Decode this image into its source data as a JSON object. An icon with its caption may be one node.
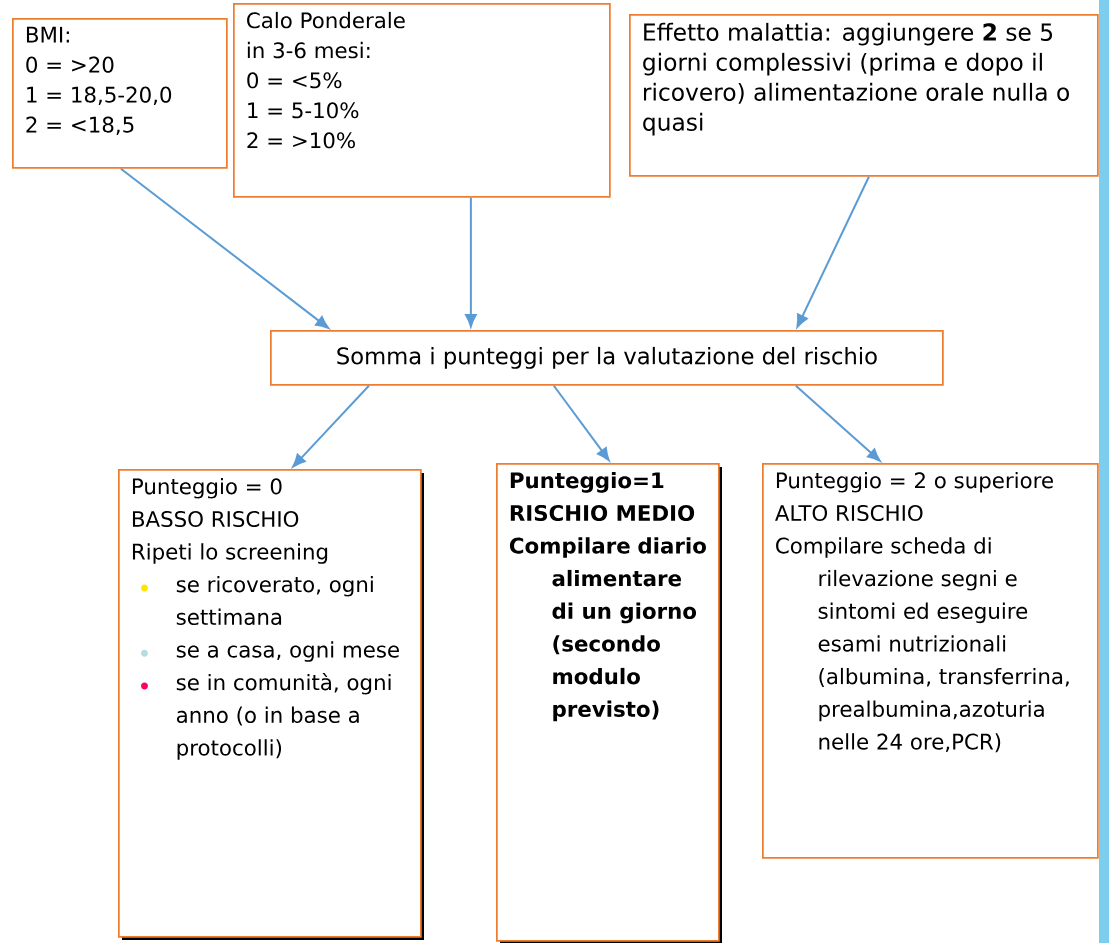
{
  "diagram": {
    "nodes": [
      {
        "text": [
          "BMI:",
          "0 = >20",
          "1 = 18,5-20,0",
          "2 = <18,5"
        ]
      },
      {
        "text": [
          "Calo Ponderale",
          "in 3-6 mesi:",
          "0 = <5%",
          "1 = 5-10%",
          "2 = >10%"
        ]
      },
      {
        "text": [
          "Effetto malattia: aggiungere **2** se 5 giorni complessivi (prima e dopo il ricovero) alimentazione orale nulla o quasi"
        ]
      },
      {
        "text": [
          "Somma i punteggi per la valutazione del rischio"
        ]
      },
      {
        "text": [
          "Punteggio = 0",
          "BASSO RISCHIO",
          "Ripeti lo screening",
          "se ricoverato, ogni settimana",
          "se a casa, ogni mese",
          "se in comunità, ogni anno (o in base a protocolli)"
        ]
      },
      {
        "text": [
          "Punteggio=1",
          "RISCHIO MEDIO",
          "Compilare diario alimentare di un giorno (secondo modulo previsto)"
        ]
      },
      {
        "text": [
          "Punteggio = 2 o superiore",
          "ALTO RISCHIO",
          "Compilare scheda di rilevazione segni e sintomi ed eseguire esami nutrizionali (albumina, transferrina, prealbumina,azoturia nelle 24 ore,PCR)"
        ]
      }
    ],
    "edges": [
      {
        "from": 0,
        "to": 3,
        "arrow": "to"
      },
      {
        "from": 1,
        "to": 3,
        "arrow": "to"
      },
      {
        "from": 2,
        "to": 3,
        "arrow": "to"
      },
      {
        "from": 3,
        "to": 4,
        "arrow": "to"
      },
      {
        "from": 3,
        "to": 5,
        "arrow": "to"
      },
      {
        "from": 3,
        "to": 6,
        "arrow": "to"
      }
    ]
  }
}
